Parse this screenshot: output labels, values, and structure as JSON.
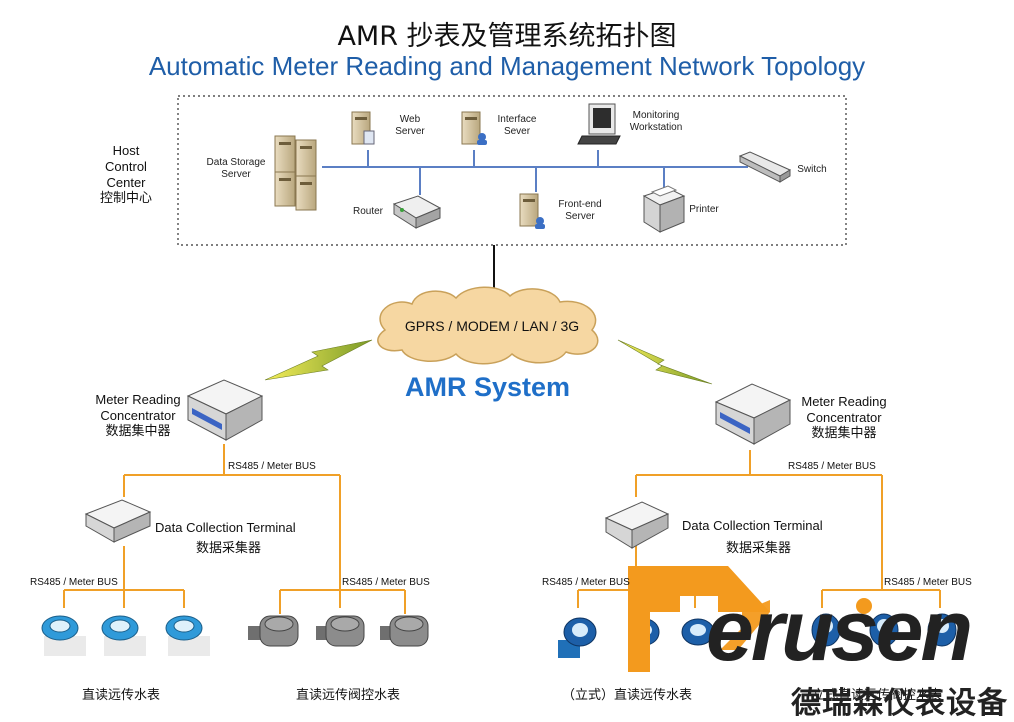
{
  "title_cn": "AMR 抄表及管理系统拓扑图",
  "title_en": "Automatic Meter Reading and Management Network Topology",
  "host": {
    "label_lines": [
      "Host",
      "Control",
      "Center"
    ],
    "label_cn": "控制中心",
    "devices": {
      "data_storage": [
        "Data Storage",
        "Server"
      ],
      "web": [
        "Web",
        "Server"
      ],
      "interface": [
        "Interface",
        "Sever"
      ],
      "monitoring": [
        "Monitoring",
        "Workstation"
      ],
      "switch": "Switch",
      "router": "Router",
      "frontend": [
        "Front-end",
        "Server"
      ],
      "printer": "Printer"
    }
  },
  "network": "GPRS / MODEM / LAN / 3G",
  "system_label": "AMR System",
  "left": {
    "concentrator": [
      "Meter Reading",
      "Concentrator"
    ],
    "concentrator_cn": "数据集中器",
    "bus_main": "RS485 / Meter BUS",
    "terminal": "Data Collection Terminal",
    "terminal_cn": "数据采集器",
    "bus_a": "RS485 / Meter BUS",
    "bus_b": "RS485 / Meter BUS",
    "group_a_cn": "直读远传水表",
    "group_b_cn": "直读远传阀控水表"
  },
  "right": {
    "concentrator": [
      "Meter Reading",
      "Concentrator"
    ],
    "concentrator_cn": "数据集中器",
    "bus_main": "RS485 / Meter BUS",
    "terminal": "Data Collection Terminal",
    "terminal_cn": "数据采集器",
    "bus_a": "RS485 / Meter BUS",
    "bus_b": "RS485 / Meter BUS",
    "group_a_cn": "（立式）直读远传水表",
    "group_b_cn": "立式直读远传阀控水表"
  },
  "brand": {
    "name_en": "erusen",
    "name_cn": "德瑞森仪表设备",
    "logo_color": "#f39a1e"
  },
  "colors": {
    "bus_line": "#f0a028",
    "host_bus": "#5b7fc4",
    "title_blue": "#1f5ea8",
    "amr_blue": "#1f6fc8"
  }
}
